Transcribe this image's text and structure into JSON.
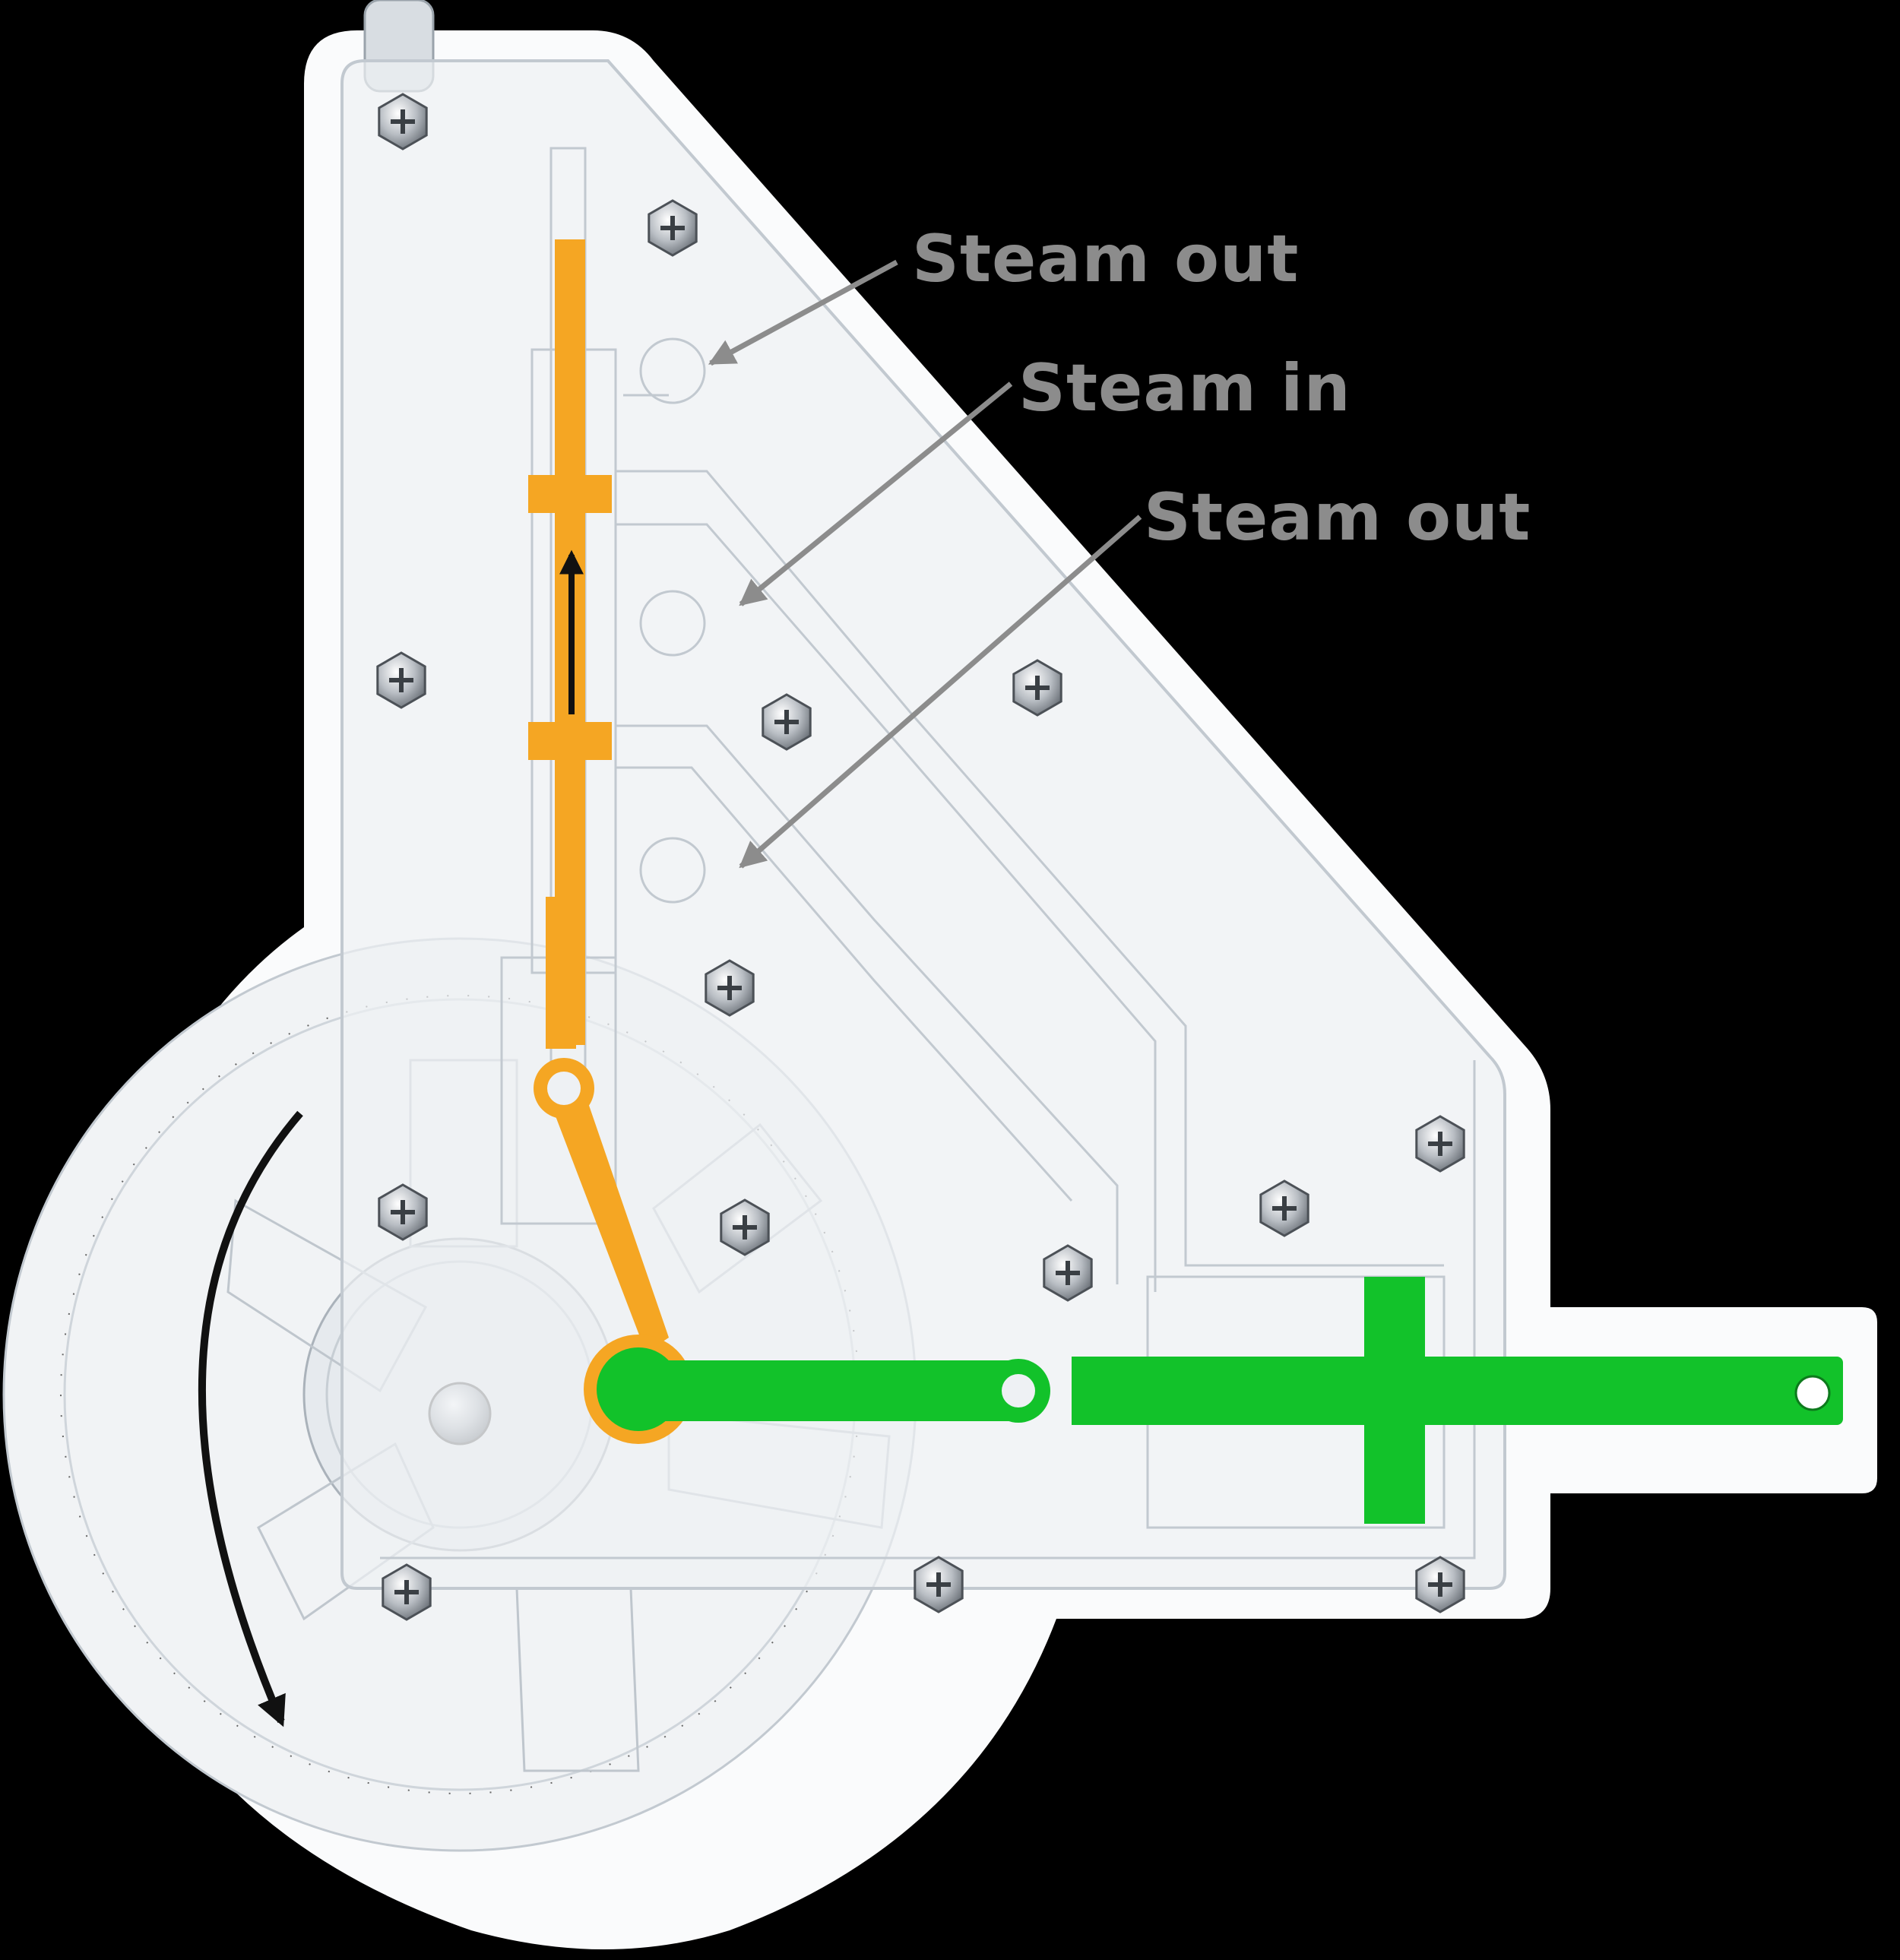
{
  "colors": {
    "background": "#000000",
    "base_plate": "#fafbfc",
    "acrylic": "#eef1f4",
    "acrylic_edge": "#c2c9d0",
    "eccentric_rod": "#f5a623",
    "piston_rod": "#12c22a",
    "callout": "#8c8c8c",
    "rotation_arrow": "#111111",
    "screw": "#c9cdd2"
  },
  "callouts": [
    {
      "label": "Steam out"
    },
    {
      "label": "Steam in"
    },
    {
      "label": "Steam out"
    }
  ],
  "icons": {
    "rotation": "curved-arrow-icon",
    "motion": "up-arrow-icon",
    "fastener": "hex-screw-icon"
  }
}
